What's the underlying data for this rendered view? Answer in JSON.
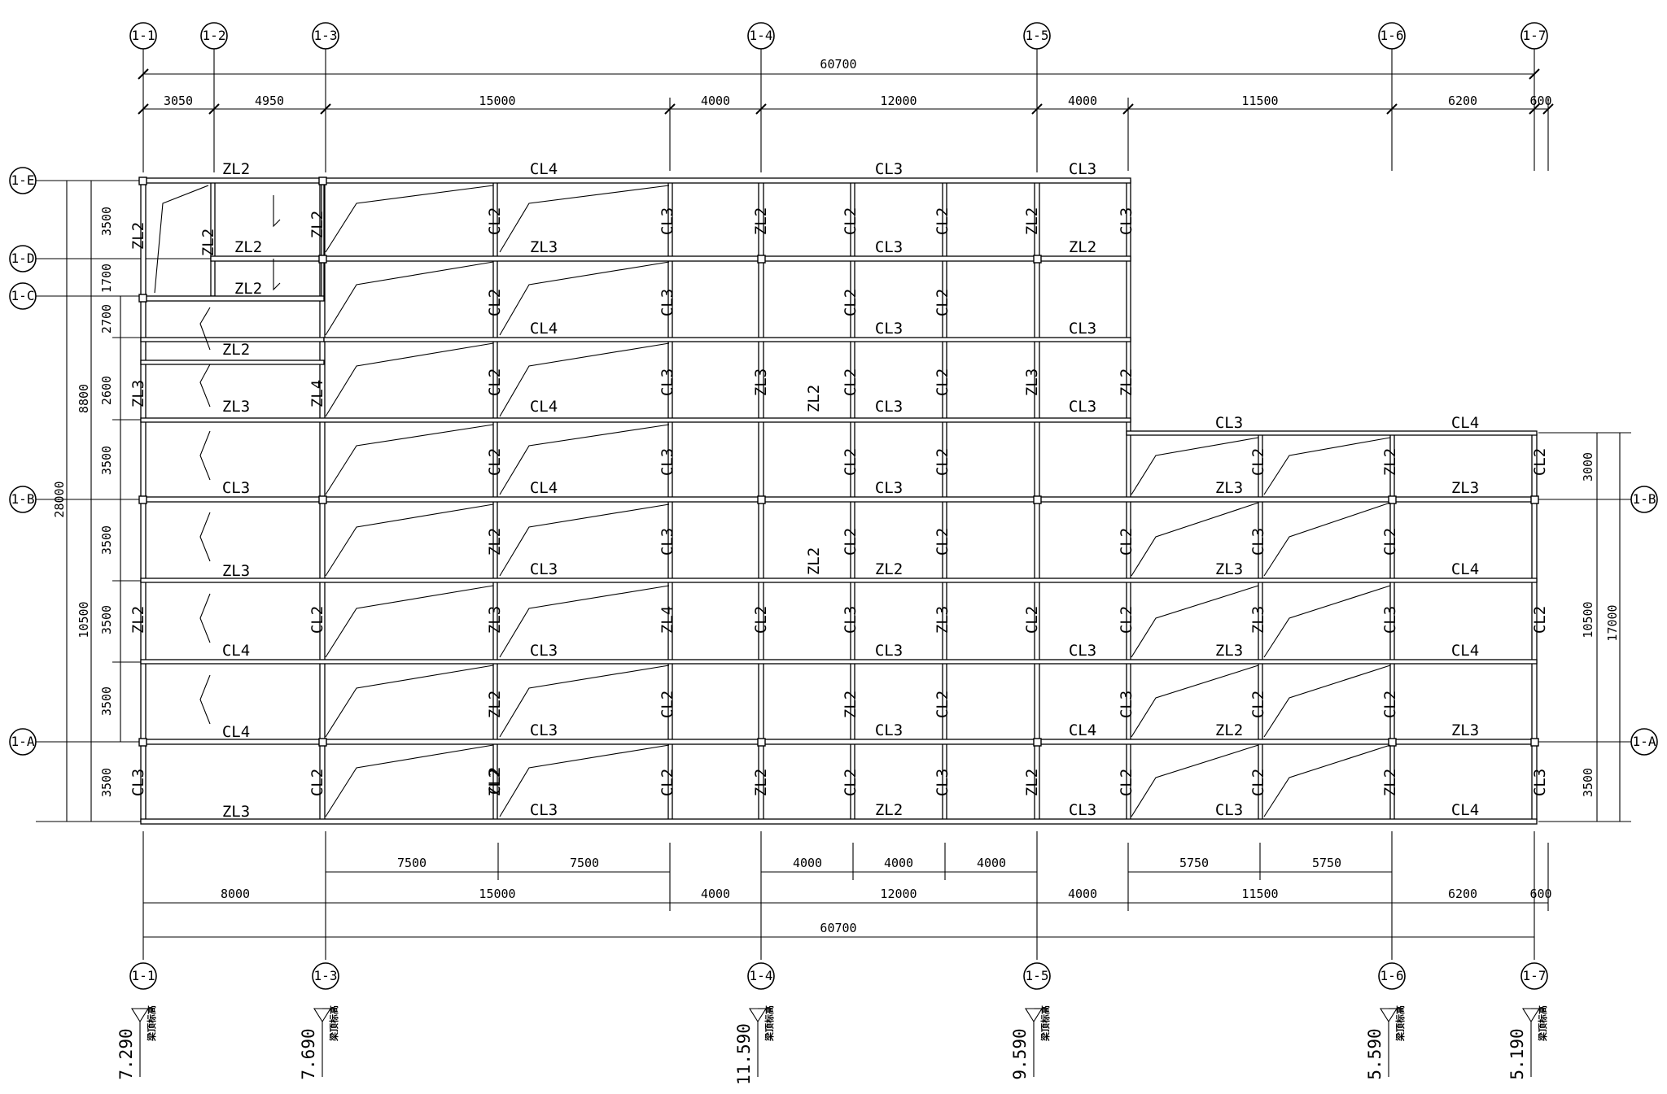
{
  "grid": {
    "columns": [
      "1-1",
      "1-2",
      "1-3",
      "1-4",
      "1-5",
      "1-6",
      "1-7"
    ],
    "rows": [
      "1-E",
      "1-D",
      "1-C",
      "1-B",
      "1-A"
    ]
  },
  "dimensions": {
    "top_total": "60700",
    "top_segments": [
      "3050",
      "4950",
      "15000",
      "4000",
      "12000",
      "4000",
      "11500",
      "6200",
      "600"
    ],
    "bottom_detail": [
      "7500",
      "7500",
      "4000",
      "4000",
      "4000",
      "5750",
      "5750"
    ],
    "bottom_segments": [
      "8000",
      "15000",
      "4000",
      "12000",
      "4000",
      "11500",
      "6200",
      "600"
    ],
    "bottom_total": "60700",
    "left_detail": [
      "3500",
      "1700",
      "2700",
      "2600",
      "3500",
      "3500",
      "3500",
      "3500",
      "3500"
    ],
    "left_mid": [
      "8800",
      "10500"
    ],
    "left_total": "28000",
    "right_detail": [
      "3000",
      "10500",
      "3500"
    ],
    "right_total": "17000"
  },
  "beam_labels": {
    "horizontal": [
      "ZL2",
      "CL4",
      "CL3",
      "CL3",
      "ZL3",
      "CL3",
      "ZL2",
      "ZL2",
      "ZL2",
      "CL4",
      "CL3",
      "CL3",
      "ZL2",
      "CL4",
      "CL3",
      "CL3",
      "ZL3",
      "CL4",
      "CL3",
      "CL3",
      "CL4",
      "CL3",
      "ZL3",
      "ZL3",
      "CL3",
      "ZL3",
      "ZL2",
      "ZL3",
      "CL4",
      "CL3",
      "CL4",
      "CL3",
      "ZL3",
      "CL4",
      "CL3",
      "CL4",
      "CL3",
      "ZL2",
      "ZL3",
      "CL3",
      "ZL3",
      "ZL2",
      "CL3",
      "CL4",
      "CL3",
      "CL4",
      "CL3"
    ],
    "vertical": [
      "ZL2",
      "ZL2",
      "ZL2",
      "CL2",
      "CL3",
      "ZL2",
      "CL2",
      "CL2",
      "ZL2",
      "CL3",
      "CL2",
      "CL3",
      "CL2",
      "CL2",
      "ZL3",
      "ZL4",
      "CL2",
      "CL3",
      "ZL3",
      "CL2",
      "CL2",
      "ZL3",
      "ZL2",
      "CL2",
      "CL3",
      "CL2",
      "CL2",
      "CL2",
      "ZL2",
      "CL2",
      "ZL2",
      "CL2",
      "CL3",
      "CL2",
      "CL2",
      "CL3",
      "CL2",
      "ZL2",
      "CL2",
      "ZL3",
      "ZL4",
      "CL2",
      "CL3",
      "ZL3",
      "CL2",
      "CL2",
      "ZL3",
      "CL3",
      "CL2",
      "ZL2",
      "CL2",
      "ZL2",
      "CL2",
      "CL3",
      "CL2",
      "CL2",
      "CL3",
      "CL2",
      "ZL2",
      "CL2",
      "ZL2",
      "CL2",
      "CL3",
      "ZL2",
      "CL2",
      "CL2",
      "ZL2",
      "CL3",
      "CL2",
      "ZL2",
      "ZL2"
    ]
  },
  "elevations": [
    {
      "axis": "1-1",
      "value": "7.290"
    },
    {
      "axis": "1-3",
      "value": "7.690"
    },
    {
      "axis": "1-4",
      "value": "11.590"
    },
    {
      "axis": "1-5",
      "value": "9.590"
    },
    {
      "axis": "1-6",
      "value": "5.590"
    },
    {
      "axis": "1-7",
      "value": "5.190"
    }
  ],
  "elevation_note": "梁顶标高"
}
